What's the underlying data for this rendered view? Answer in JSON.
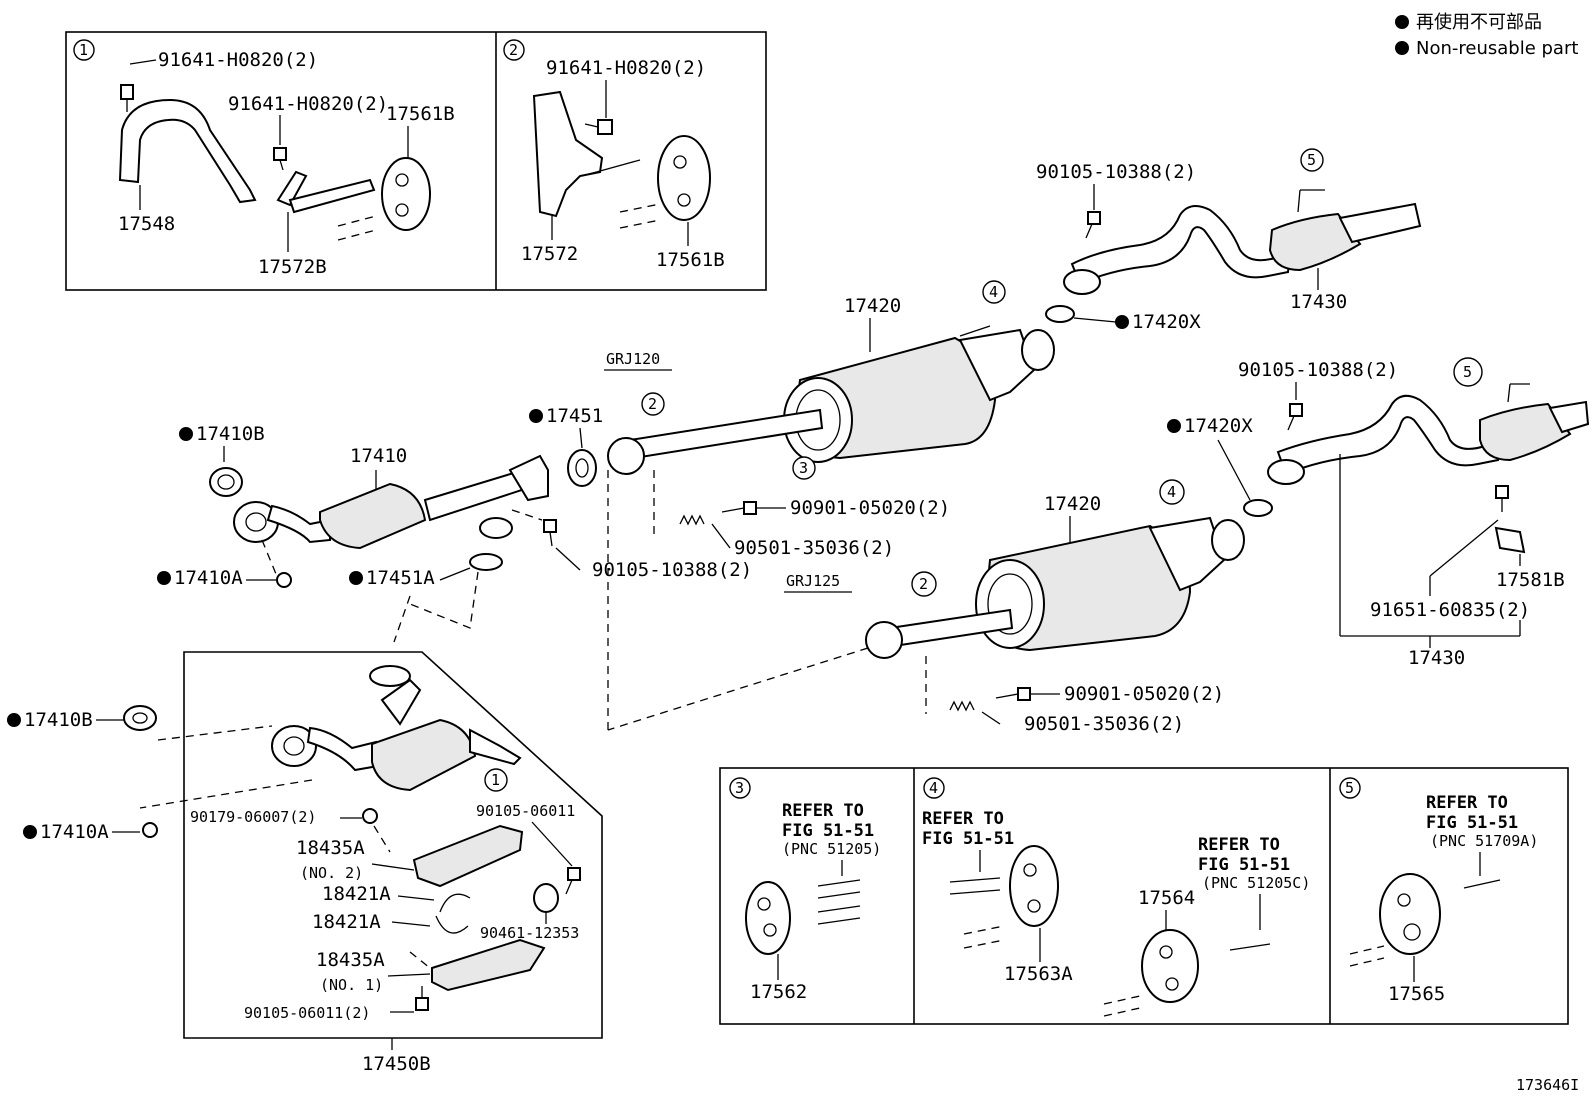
{
  "legend": {
    "line1": "再使用不可部品",
    "line2": "Non-reusable part"
  },
  "figure_id": "173646I",
  "models": {
    "grj120": "GRJ120",
    "grj125": "GRJ125"
  },
  "callouts": {
    "c1": "1",
    "c2": "2",
    "c3": "3",
    "c4": "4",
    "c5": "5"
  },
  "inset1": {
    "bolt_a": "91641-H0820(2)",
    "bolt_b": "91641-H0820(2)",
    "hanger_rubber": "17561B",
    "bracket": "17548",
    "bracket_b": "17572B"
  },
  "inset2": {
    "bolt": "91641-H0820(2)",
    "bracket": "17572",
    "hanger_rubber": "17561B"
  },
  "main": {
    "gasket_17410b_top": "17410B",
    "front_pipe": "17410",
    "nut_17410a_top": "17410A",
    "gasket_17451a": "17451A",
    "gasket_17451": "17451",
    "bolt_90105_mid": "90105-10388(2)",
    "bolt_90901_top": "90901-05020(2)",
    "spring_90501_top": "90501-35036(2)",
    "muffler_top": "17420",
    "muffler_bottom": "17420",
    "gasket_17420x_top": "17420X",
    "gasket_17420x_bottom": "17420X",
    "bolt_90105_top": "90105-10388(2)",
    "tail_pipe_top": "17430",
    "bolt_90105_right": "90105-10388(2)",
    "bolt_91651": "91651-60835(2)",
    "sensor": "17581B",
    "tail_pipe_right": "17430",
    "bolt_90901_bottom": "90901-05020(2)",
    "spring_90501_bottom": "90501-35036(2)"
  },
  "cat_assy": {
    "gasket_17410b": "17410B",
    "nut_17410a": "17410A",
    "nut_90179": "90179-06007(2)",
    "bolt_90105_06011": "90105-06011",
    "insulator_no2": "18435A",
    "insulator_no2_sub": "(NO. 2)",
    "clamp_a": "18421A",
    "clamp_b": "18421A",
    "clamp_90461": "90461-12353",
    "insulator_no1": "18435A",
    "insulator_no1_sub": "(NO. 1)",
    "bolt_90105_06011_2": "90105-06011(2)",
    "assy": "17450B"
  },
  "inset3": {
    "ref1": "REFER TO",
    "ref2": "FIG 51-51",
    "ref3": "(PNC 51205)",
    "part": "17562"
  },
  "inset4": {
    "ref_a1": "REFER TO",
    "ref_a2": "FIG 51-51",
    "ref_b1": "REFER TO",
    "ref_b2": "FIG 51-51",
    "ref_b3": "(PNC 51205C)",
    "part_a": "17563A",
    "part_b": "17564"
  },
  "inset5": {
    "ref1": "REFER TO",
    "ref2": "FIG 51-51",
    "ref3": "(PNC 51709A)",
    "part": "17565"
  }
}
